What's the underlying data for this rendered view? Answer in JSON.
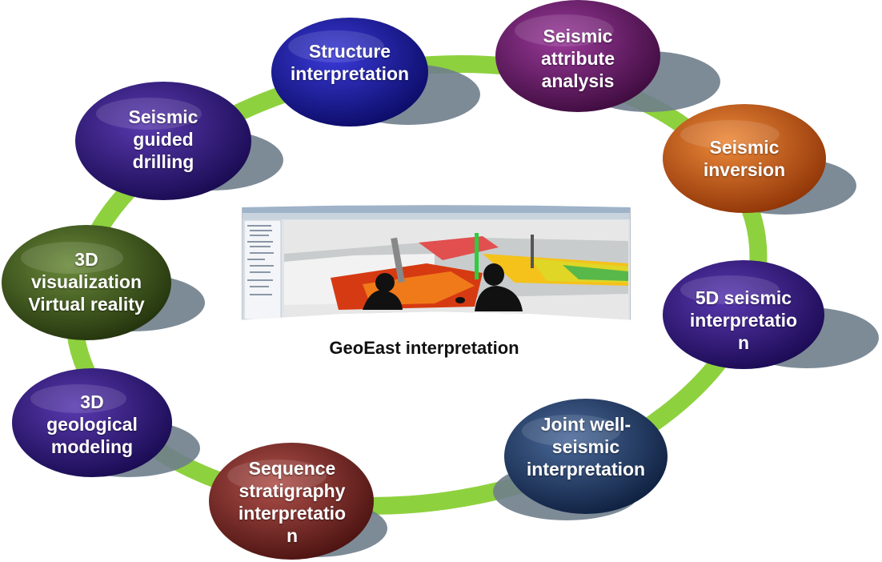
{
  "center": {
    "caption": "GeoEast interpretation"
  },
  "nodes": [
    {
      "id": "structure",
      "text": "Structure\ninterpretation",
      "color": "#1a1a9c"
    },
    {
      "id": "attribute",
      "text": "Seismic\nattribute\nanalysis",
      "color": "#6a1a6a"
    },
    {
      "id": "inversion",
      "text": "Seismic\ninversion",
      "color": "#c2540e"
    },
    {
      "id": "5d",
      "text": "5D seismic\ninterpretatio\nn",
      "color": "#311a7a"
    },
    {
      "id": "joint",
      "text": "Joint well-\nseismic\ninterpretation",
      "color": "#1f3a63"
    },
    {
      "id": "sequence",
      "text": "Sequence\nstratigraphy\ninterpretatio\nn",
      "color": "#7a2620"
    },
    {
      "id": "geomodel",
      "text": "3D\ngeological\nmodeling",
      "color": "#2e1a73"
    },
    {
      "id": "visualization",
      "text": "3D\nvisualization\nVirtual reality",
      "color": "#38501a"
    },
    {
      "id": "drilling",
      "text": "Seismic\nguided\ndrilling",
      "color": "#2e1a73"
    }
  ],
  "colors": {
    "ring": "#8ed13e",
    "shadow": "#6f7e8c"
  }
}
